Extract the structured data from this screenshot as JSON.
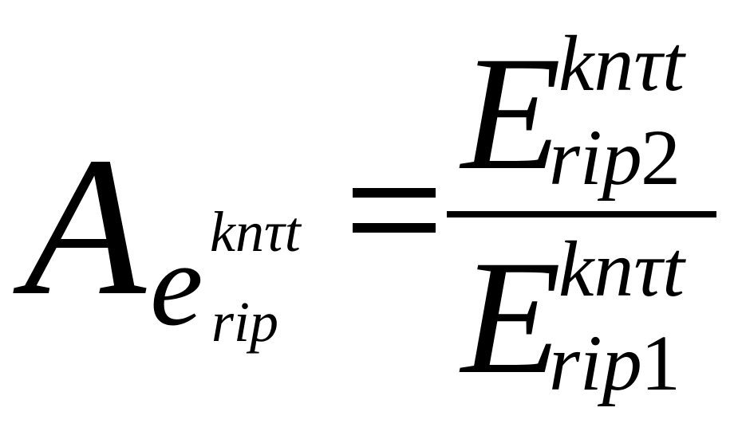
{
  "formula": {
    "lhs": {
      "base": "A",
      "sub_letter": "e",
      "superscript": "knτt",
      "subscript": "rip"
    },
    "operator": "=",
    "numerator": {
      "base": "E",
      "superscript": "knτt",
      "subscript": "rip",
      "index": "2"
    },
    "denominator": {
      "base": "E",
      "superscript": "knτt",
      "subscript": "rip",
      "index": "1"
    }
  }
}
